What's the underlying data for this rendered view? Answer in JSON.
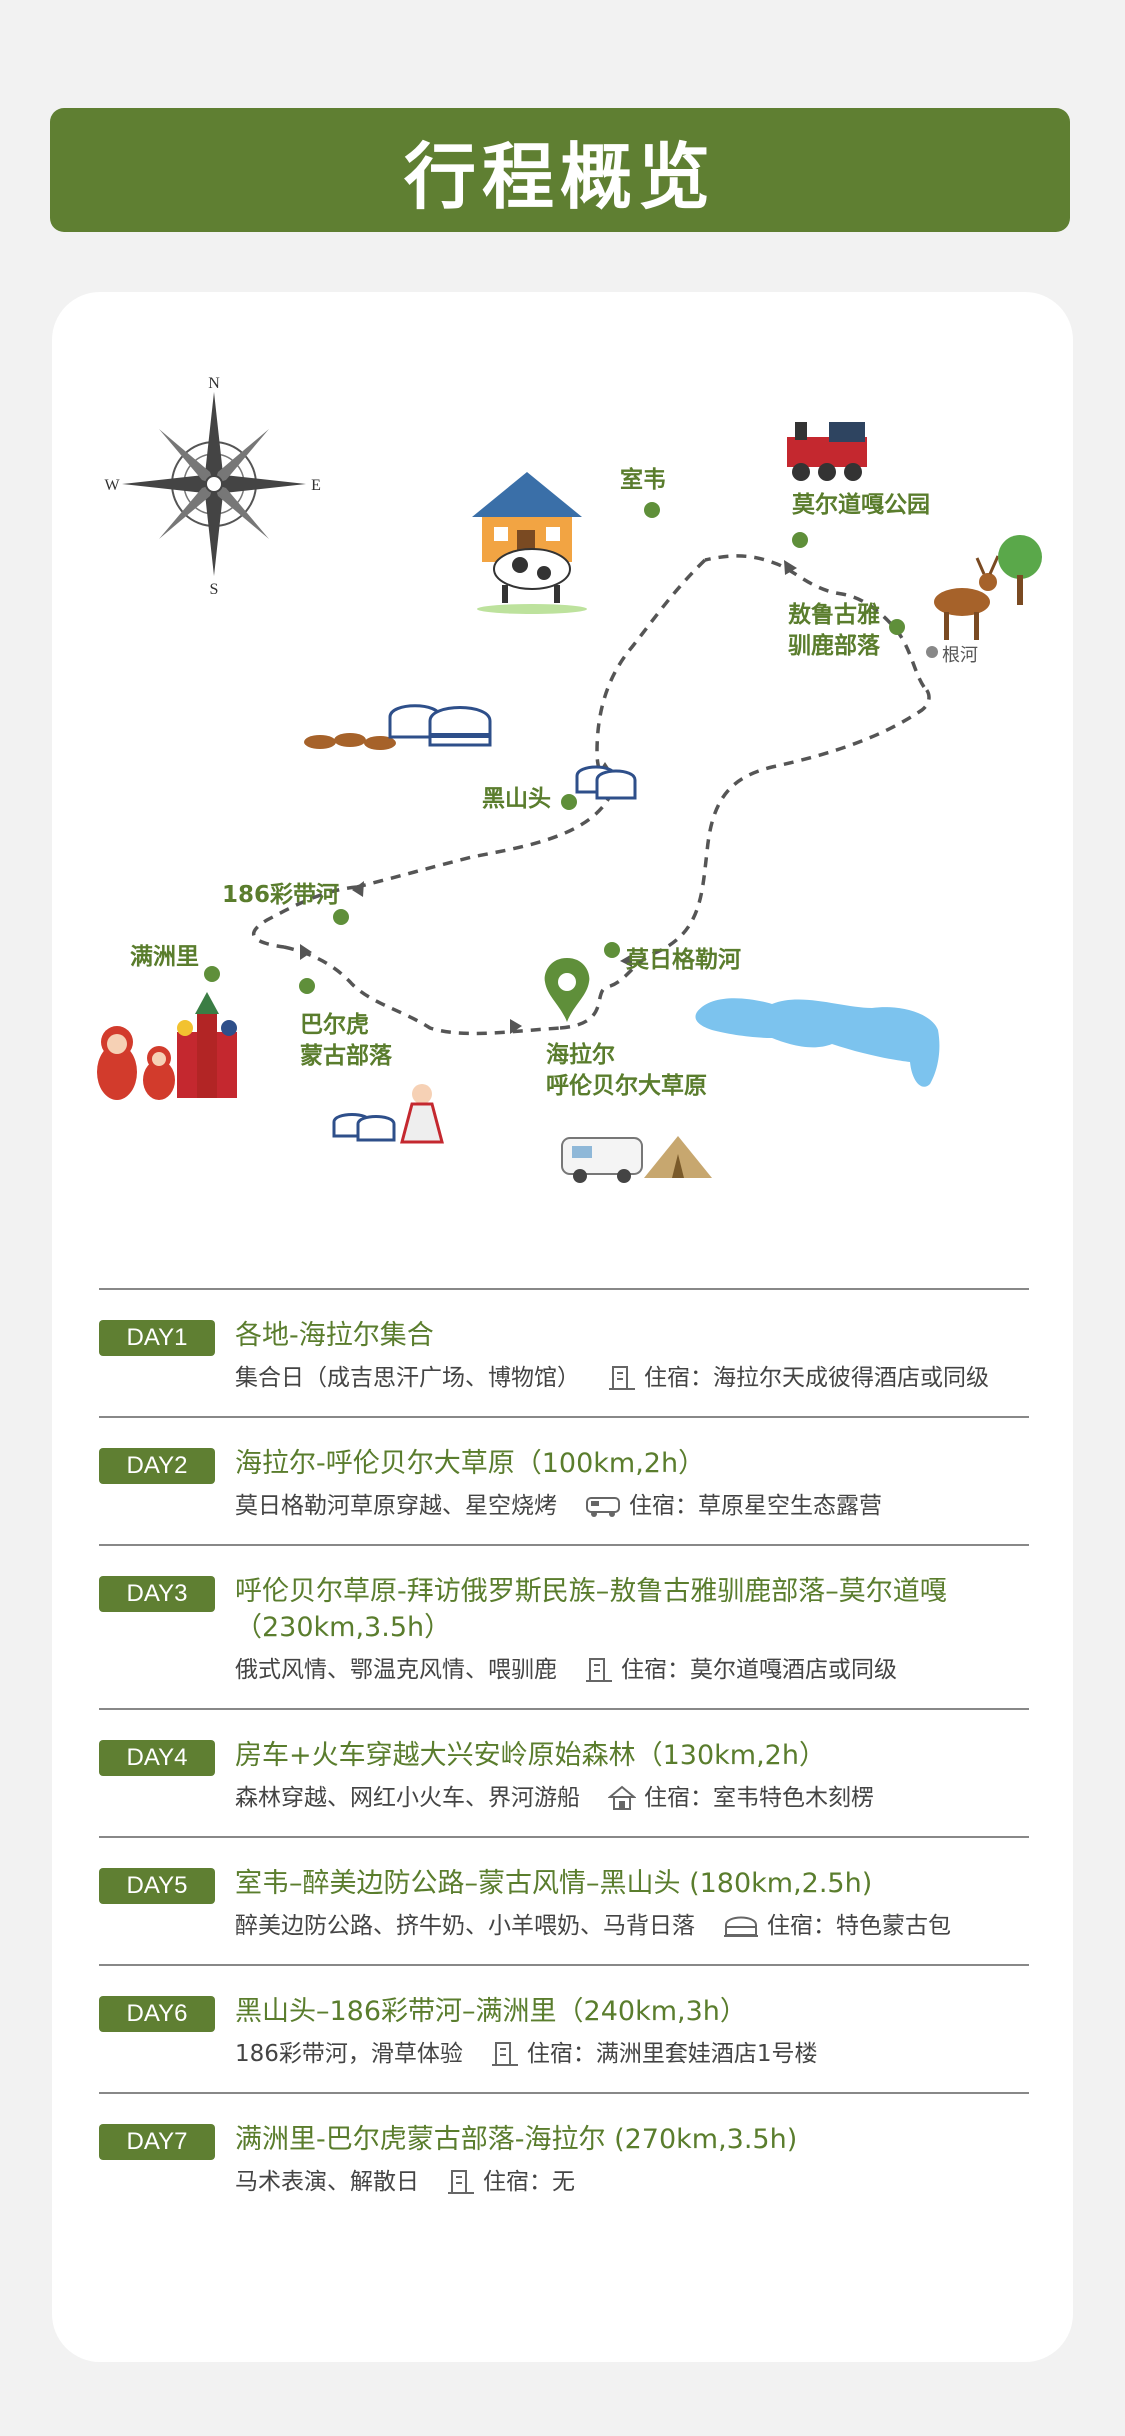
{
  "header": {
    "title": "行程概览"
  },
  "map": {
    "compass": {
      "north": "N",
      "south": "S",
      "east": "E",
      "west": "W"
    },
    "labels": {
      "shiwei": "室韦",
      "moerdao": "莫尔道嘎公园",
      "aolugu": "敖鲁古雅\n驯鹿部落",
      "genhe": "根河",
      "heishantou": "黑山头",
      "caidaihe": "186彩带河",
      "manzhouli": "满洲里",
      "barhu": "巴尔虎\n蒙古部落",
      "moergele": "莫日格勒河",
      "hailaer": "海拉尔\n呼伦贝尔大草原"
    },
    "colors": {
      "route": "#555555",
      "node": "#5f8f3a",
      "pin": "#5f8f3a",
      "lake": "#7cc3ee"
    }
  },
  "itinerary": [
    {
      "day": "DAY1",
      "title": "各地-海拉尔集合",
      "desc": "集合日（成吉思汗广场、博物馆）",
      "icon": "hotel-icon",
      "stay": "住宿：海拉尔天成彼得酒店或同级"
    },
    {
      "day": "DAY2",
      "title": "海拉尔-呼伦贝尔大草原（100km,2h）",
      "desc": "莫日格勒河草原穿越、星空烧烤",
      "icon": "camper-icon",
      "stay": "住宿：草原星空生态露营"
    },
    {
      "day": "DAY3",
      "title": "呼伦贝尔草原-拜访俄罗斯民族–敖鲁古雅驯鹿部落–莫尔道嘎（230km,3.5h）",
      "desc": "俄式风情、鄂温克风情、喂驯鹿",
      "icon": "hotel-icon",
      "stay": "住宿：莫尔道嘎酒店或同级"
    },
    {
      "day": "DAY4",
      "title": "房车+火车穿越大兴安岭原始森林（130km,2h）",
      "desc": "森林穿越、网红小火车、界河游船",
      "icon": "house-icon",
      "stay": "住宿：室韦特色木刻楞"
    },
    {
      "day": "DAY5",
      "title": "室韦–醉美边防公路–蒙古风情–黑山头 (180km,2.5h)",
      "desc": "醉美边防公路、挤牛奶、小羊喂奶、马背日落",
      "icon": "yurt-icon",
      "stay": "住宿：特色蒙古包"
    },
    {
      "day": "DAY6",
      "title": "黑山头–186彩带河–满洲里（240km,3h）",
      "desc": "186彩带河，滑草体验",
      "icon": "hotel-icon",
      "stay": "住宿：满洲里套娃酒店1号楼"
    },
    {
      "day": "DAY7",
      "title": "满洲里-巴尔虎蒙古部落-海拉尔 (270km,3.5h)",
      "desc": "马术表演、解散日",
      "icon": "hotel-icon",
      "stay": "住宿：无"
    }
  ]
}
